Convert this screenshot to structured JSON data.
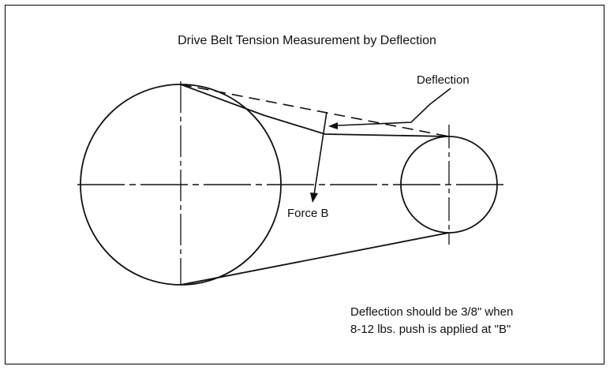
{
  "title": "Drive Belt Tension Measurement by Deflection",
  "labels": {
    "deflection": "Deflection",
    "force": "Force B"
  },
  "note": {
    "line1": "Deflection should be 3/8\" when",
    "line2": "8-12 lbs. push is applied at \"B\""
  },
  "colors": {
    "ink": "#111111",
    "background": "#ffffff"
  }
}
